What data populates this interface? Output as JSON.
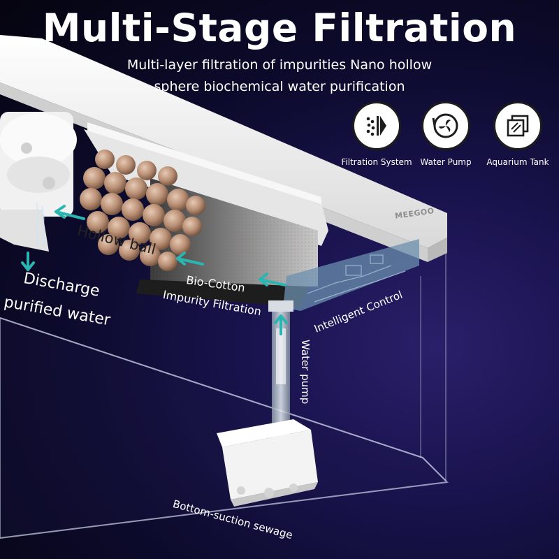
{
  "title": "Multi-Stage Filtration",
  "subtitle_line1": "Multi-layer filtration of impurities Nano hollow",
  "subtitle_line2": "sphere biochemical water purification",
  "features": [
    {
      "label": "Filtration System",
      "icon": "filter-icon"
    },
    {
      "label": "Water Pump",
      "icon": "pump-icon"
    },
    {
      "label": "Aquarium Tank",
      "icon": "tank-icon"
    }
  ],
  "brand": "MEEGOO",
  "labels": {
    "hollow_ball": "Hollow ball",
    "discharge_line1": "Discharge",
    "discharge_line2": "purified water",
    "bio_cotton_line1": "Bio-Cotton",
    "bio_cotton_line2": "Impurity Filtration",
    "intelligent_control": "Intelligent Control",
    "water_pump": "Water pump",
    "bottom_suction": "Bottom-suction sewage"
  },
  "colors": {
    "accent_arrow": "#2bb5b0",
    "background_deep": "#0d0b2e",
    "background_glow": "#2a1f6a",
    "housing": "#f2f2f2",
    "ceramic_ball": "#b98f74"
  }
}
